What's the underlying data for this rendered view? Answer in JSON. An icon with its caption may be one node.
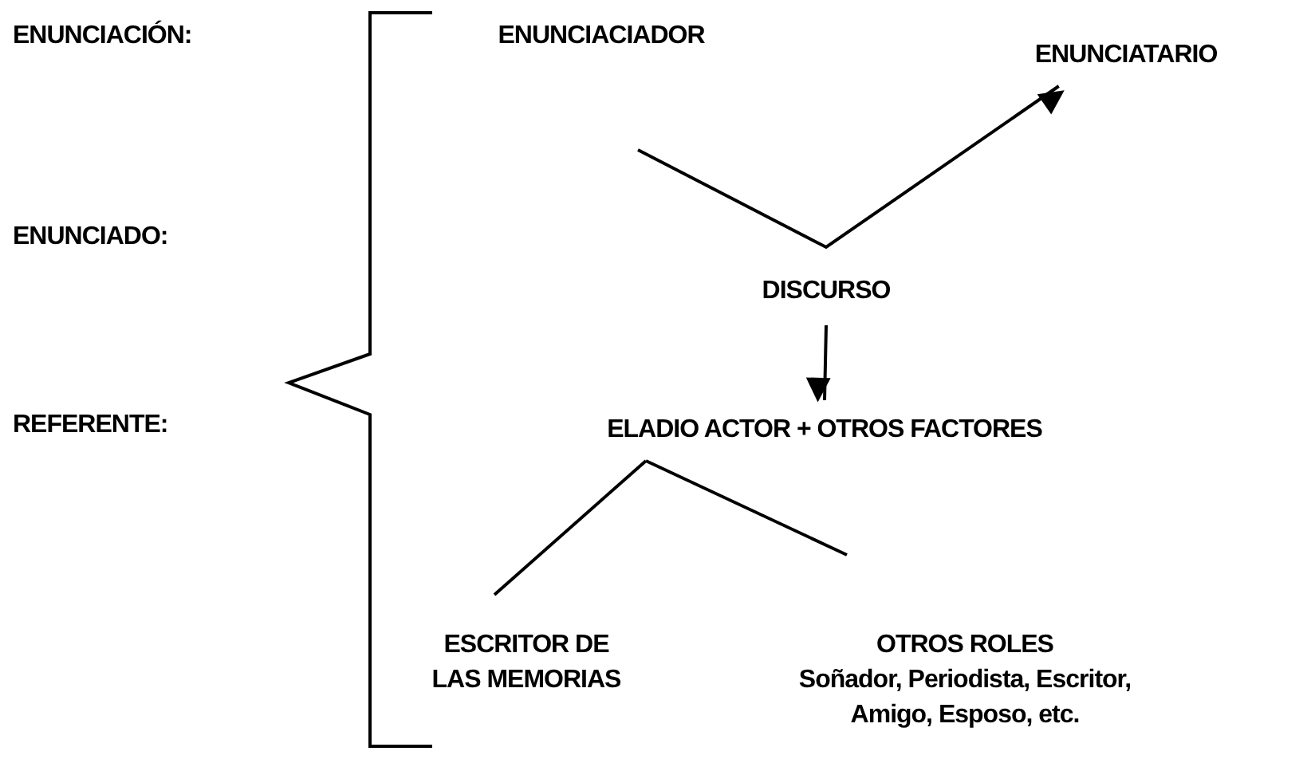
{
  "diagram": {
    "nodes": [
      {
        "text": [
          "ENUNCIACIADOR"
        ]
      },
      {
        "text": [
          "ENUNCIATARIO"
        ]
      },
      {
        "text": [
          "DISCURSO"
        ]
      },
      {
        "text": [
          "ELADIO ACTOR + OTROS FACTORES"
        ]
      },
      {
        "text": [
          "ESCRITOR DE LAS MEMORIAS"
        ]
      },
      {
        "text": [
          "OTROS ROLES",
          "Soñador, Periodista, Escritor, Amigo, Esposo, etc."
        ]
      }
    ],
    "edges": [
      {
        "from": 0,
        "to": 1,
        "arrow": "to"
      },
      {
        "from": 2,
        "to": 3,
        "arrow": "to"
      },
      {
        "from": 3,
        "to": 4,
        "arrow": "none"
      },
      {
        "from": 3,
        "to": 5,
        "arrow": "none"
      }
    ],
    "labels": [
      "ENUNCIACIÓN:",
      "ENUNCIADO:",
      "REFERENTE:"
    ]
  }
}
